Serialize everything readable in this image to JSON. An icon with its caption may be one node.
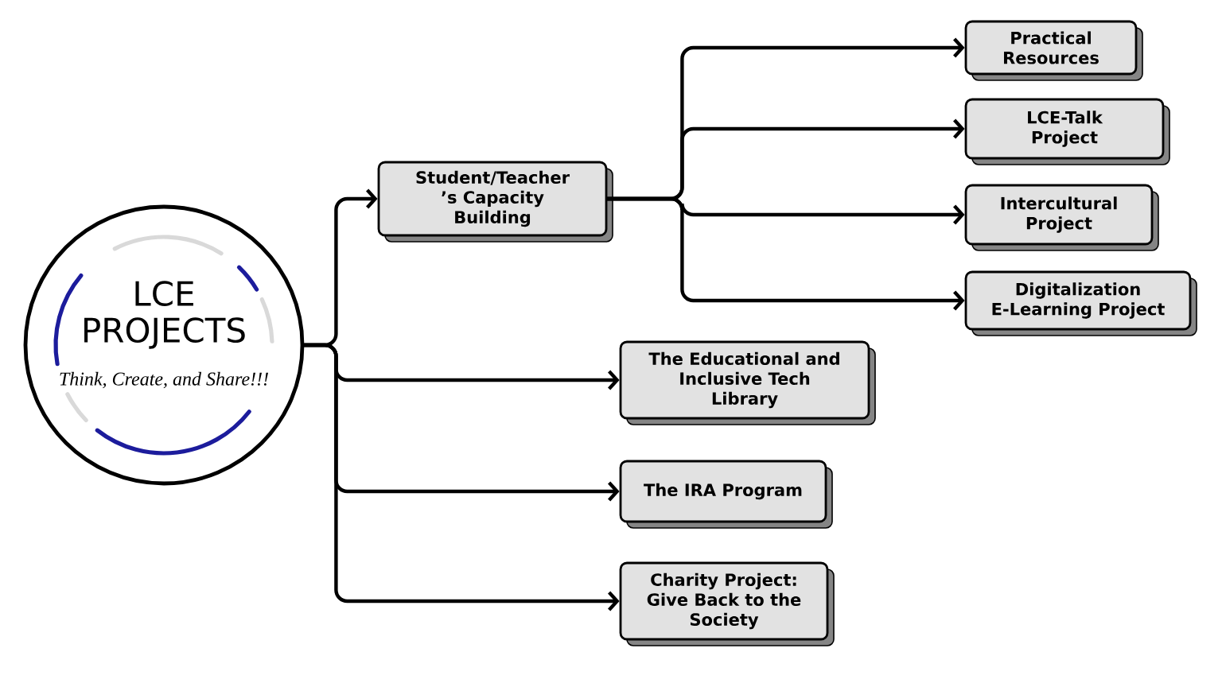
{
  "diagram": {
    "nodes": [
      {
        "text": [
          "LCE PROJECTS",
          "Think, Create, and Share!!!"
        ]
      },
      {
        "text": [
          "Student/Teacher ’s Capacity Building"
        ]
      },
      {
        "text": [
          "Practical Resources"
        ]
      },
      {
        "text": [
          "LCE-Talk Project"
        ]
      },
      {
        "text": [
          "Intercultural Project"
        ]
      },
      {
        "text": [
          "Digitalization E-Learning Project"
        ]
      },
      {
        "text": [
          "The Educational and Inclusive Tech Library"
        ]
      },
      {
        "text": [
          "The IRA Program"
        ]
      },
      {
        "text": [
          "Charity Project: Give Back to the Society"
        ]
      }
    ],
    "edges": [
      {
        "from": 0,
        "to": 1,
        "arrow": "to"
      },
      {
        "from": 0,
        "to": 6,
        "arrow": "to"
      },
      {
        "from": 0,
        "to": 7,
        "arrow": "to"
      },
      {
        "from": 0,
        "to": 8,
        "arrow": "to"
      },
      {
        "from": 1,
        "to": 2,
        "arrow": "to"
      },
      {
        "from": 1,
        "to": 3,
        "arrow": "to"
      },
      {
        "from": 1,
        "to": 4,
        "arrow": "to"
      },
      {
        "from": 1,
        "to": 5,
        "arrow": "to"
      }
    ]
  }
}
